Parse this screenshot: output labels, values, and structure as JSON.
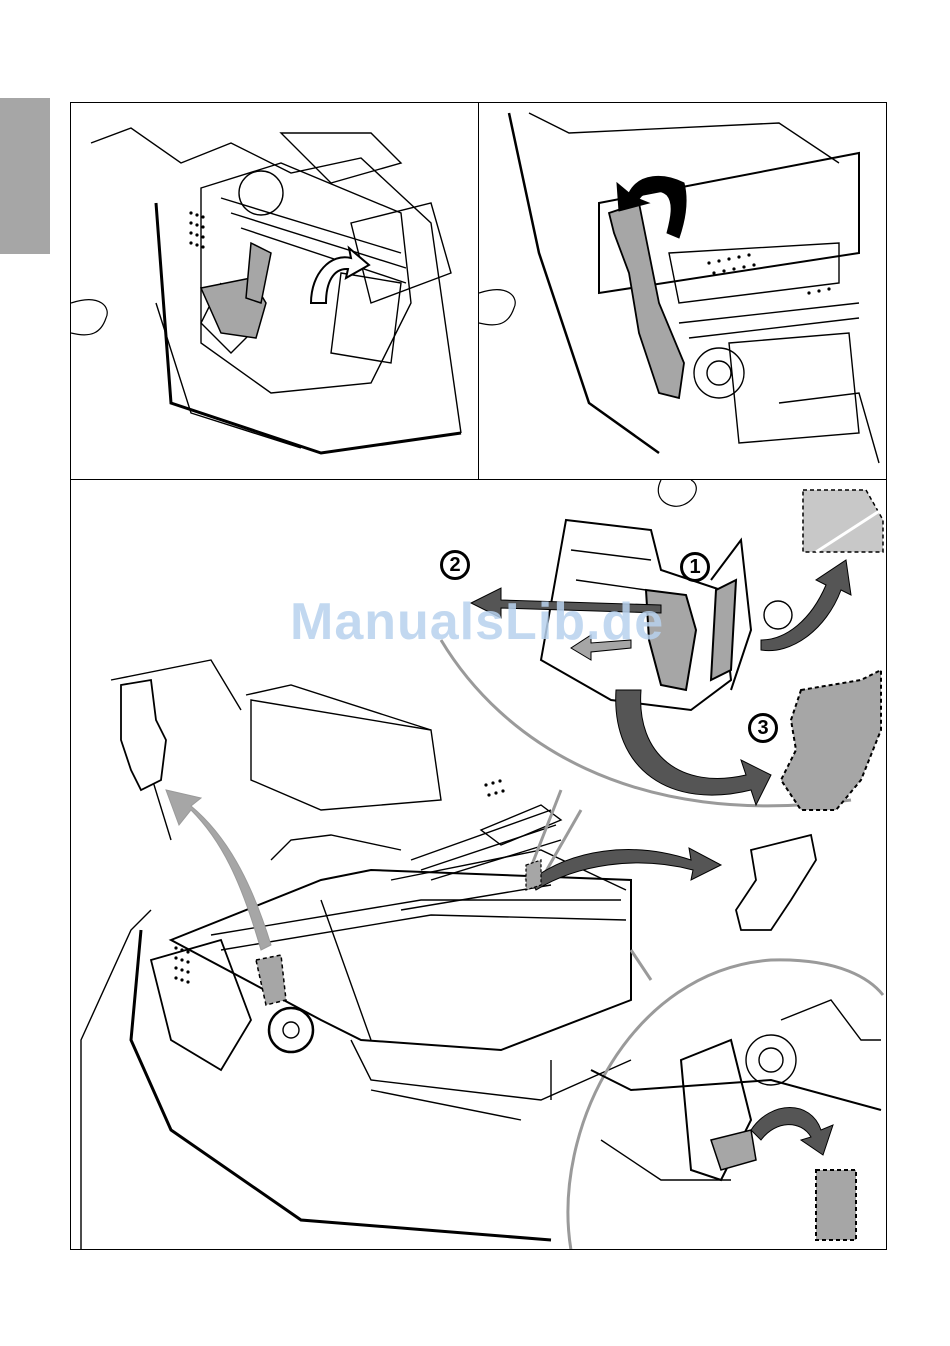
{
  "watermark": {
    "text": "ManualsLib.de"
  },
  "steps": [
    {
      "label": "1"
    },
    {
      "label": "2"
    },
    {
      "label": "3"
    }
  ],
  "colors": {
    "line": "#000000",
    "part_fill": "#a6a6a6",
    "arrow_fill": "#555555",
    "callout_line": "#9a9a9a",
    "side_tab": "#a6a6a6",
    "watermark": "#b8d2ee"
  },
  "icons": [
    "curved-arrow-icon",
    "straight-arrow-icon",
    "puzzle-tab-icon",
    "dashed-part-outline-icon"
  ]
}
